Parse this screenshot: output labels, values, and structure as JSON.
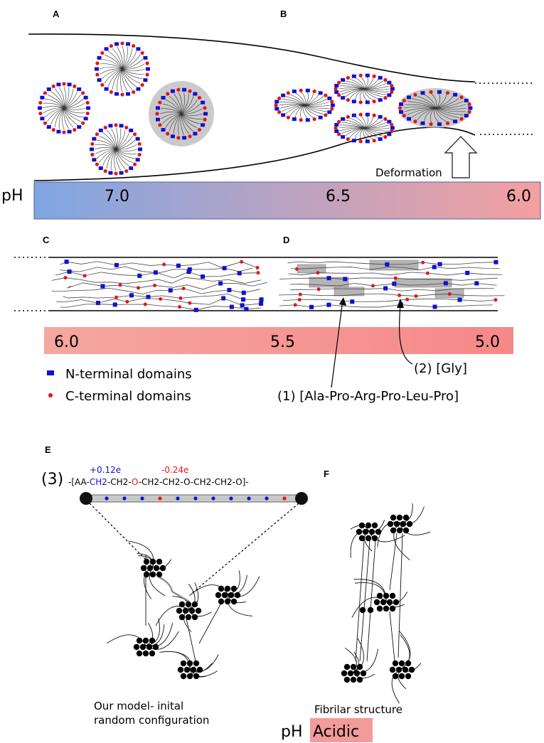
{
  "panels": {
    "a": "A",
    "b": "B",
    "c": "C",
    "d": "D",
    "e": "E",
    "f": "F"
  },
  "top_bar": {
    "ph_label": "pH",
    "ticks": [
      "7.0",
      "6.5",
      "6.0"
    ],
    "color_start": "#7FA6E3",
    "color_end": "#F4A0A0"
  },
  "deformation_label": "Deformation",
  "middle_bar": {
    "ticks": [
      "6.0",
      "5.5",
      "5.0"
    ],
    "color_start": "#F5A7A0",
    "color_end": "#F68888"
  },
  "legend": {
    "n_terminal": "N-terminal domains",
    "c_terminal": "C-terminal domains",
    "n_color": "#1010D0",
    "c_color": "#E01818"
  },
  "annotations": {
    "ala": "(1) [Ala-Pro-Arg-Pro-Leu-Pro]",
    "gly": "(2) [Gly]"
  },
  "panel_e": {
    "index": "(3)",
    "charge_pos": "+0.12e",
    "charge_neg": "-0.24e",
    "formula_parts": [
      "-[AA-",
      "CH2",
      "-CH2-",
      "O",
      "-CH2-CH2-O-CH2-CH2-O]-"
    ],
    "caption_line1": "Our model- inital",
    "caption_line2": "random configuration"
  },
  "panel_f": {
    "caption": "Fibrilar structure"
  },
  "bottom_ph": {
    "label": "pH",
    "value": "Acidic",
    "color": "#F39A9A"
  }
}
